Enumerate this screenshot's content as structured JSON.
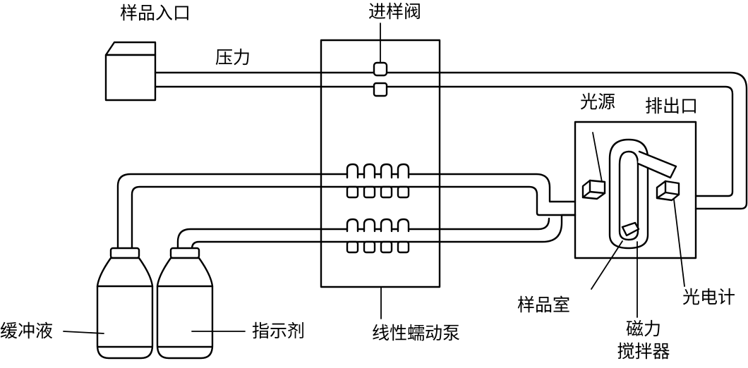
{
  "labels": {
    "sample_inlet": "样品入口",
    "injection_valve": "进样阀",
    "pressure": "压力",
    "light_source": "光源",
    "outlet": "排出口",
    "buffer": "缓冲液",
    "indicator": "指示剂",
    "pump": "线性蠕动泵",
    "sample_chamber": "样品室",
    "photometer": "光电计",
    "stirrer_line1": "磁力",
    "stirrer_line2": "搅拌器"
  },
  "colors": {
    "line": "#000000",
    "fill": "#ffffff"
  }
}
